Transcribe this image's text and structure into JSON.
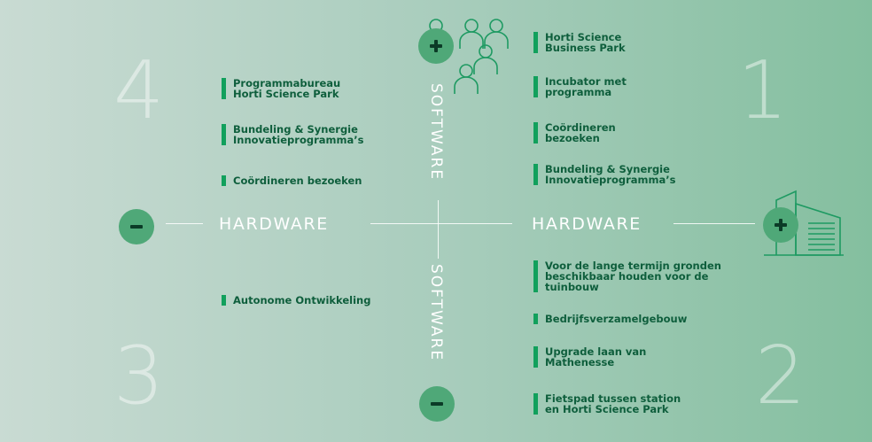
{
  "quadrant_numbers": {
    "top_left": "4",
    "top_right": "1",
    "bottom_left": "3",
    "bottom_right": "2"
  },
  "axes": {
    "hardware_left": "HARDWARE",
    "hardware_right": "HARDWARE",
    "software_top": "SOFTWARE",
    "software_bottom": "SOFTWARE"
  },
  "quadrant_items": {
    "top_left": [
      "Programmabureau\nHorti Science Park",
      "Bundeling & Synergie\nInnovatieprogramma’s",
      "Coördineren bezoeken"
    ],
    "top_right": [
      "Horti Science\nBusiness Park",
      "Incubator met\nprogramma",
      "Coördineren\nbezoeken",
      "Bundeling & Synergie\nInnovatieprogramma’s"
    ],
    "bottom_left": [
      "Autonome Ontwikkeling"
    ],
    "bottom_right": [
      "Voor de lange termijn gronden\nbeschikbaar houden voor de\ntuinbouw",
      "Bedrijfsverzamelgebouw",
      "Upgrade laan van\nMathenesse",
      "Fietspad tussen station\nen Horti Science Park"
    ]
  },
  "icons": {
    "people": "people-group-icon",
    "building": "building-icon",
    "plus": "plus-icon",
    "minus": "minus-icon"
  },
  "colors": {
    "accent_green": "#11a05c",
    "item_text": "#0e5e3c",
    "circle_fill": "#4fa878",
    "sign": "#0b3b27",
    "icon_stroke": "#1e9a62"
  }
}
